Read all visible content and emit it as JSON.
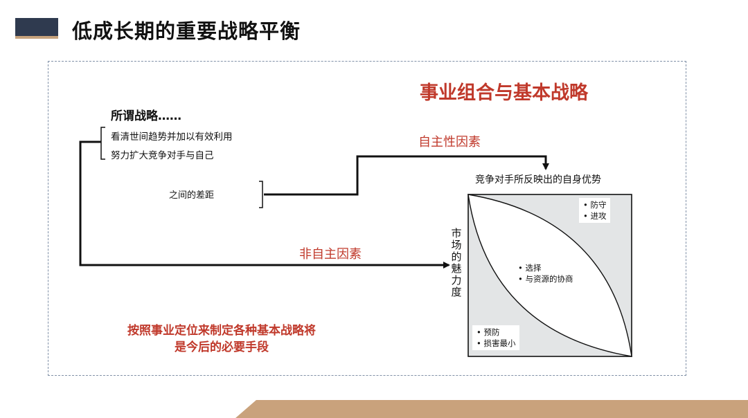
{
  "page_title": "低成长期的重要战略平衡",
  "section_title": "事业组合与基本战略",
  "strategy": {
    "heading": "所谓战略……",
    "items": [
      "看清世间趋势并加以有效利用",
      "努力扩大竞争对手与自己"
    ],
    "gap_label": "之间的差距"
  },
  "flows": {
    "autonomous": "自主性因素",
    "non_autonomous": "非自主因素"
  },
  "chart": {
    "top_label": "竞争对手所反映出的自身优势",
    "side_label_chars": [
      "市",
      "场",
      "的",
      "魅",
      "力",
      "度"
    ],
    "top_right": [
      "防守",
      "进攻"
    ],
    "center": [
      "选择",
      "与资源的协商"
    ],
    "bottom_left": [
      "预防",
      "损害最小"
    ]
  },
  "conclusion": {
    "line1": "按照事业定位来制定各种基本战略将",
    "line2": "是今后的必要手段"
  },
  "colors": {
    "accent_red": "#c0392b",
    "title_block": "#2f3a4f",
    "title_block_accent": "#c6a27c",
    "frame_border": "#7f8fa6",
    "chart_fill": "#e3e5e6",
    "footer_band": "#c9a27c"
  }
}
